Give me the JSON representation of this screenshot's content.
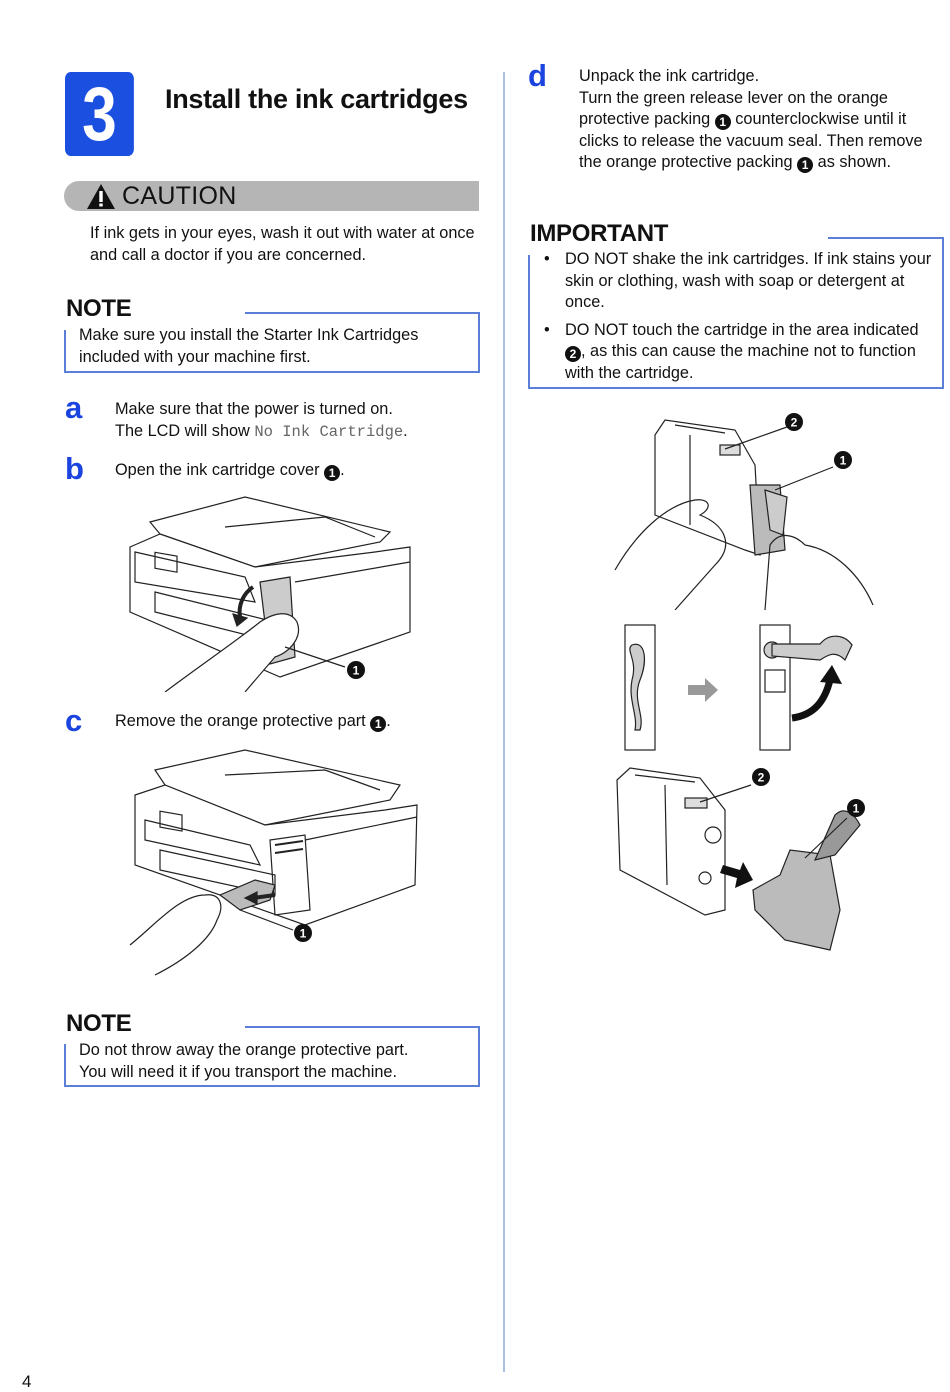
{
  "section": {
    "step_number": "3",
    "title": "Install the ink cartridges"
  },
  "caution": {
    "label": "CAUTION",
    "icon": "warning-triangle-icon",
    "text": "If ink gets in your eyes, wash it out with water at once and call a doctor if you are concerned."
  },
  "note1": {
    "heading": "NOTE",
    "text": "Make sure you install the Starter Ink Cartridges included with your machine first."
  },
  "steps": {
    "a": {
      "letter": "a",
      "line1": "Make sure that the power is turned on.",
      "line2_prefix": "The LCD will show ",
      "lcd_message": "No Ink Cartridge",
      "line2_suffix": "."
    },
    "b": {
      "letter": "b",
      "text_before": "Open the ink cartridge cover ",
      "callout": "1",
      "text_after": "."
    },
    "c": {
      "letter": "c",
      "text_before": "Remove the orange protective part ",
      "callout": "1",
      "text_after": "."
    },
    "d": {
      "letter": "d",
      "line1": "Unpack the ink cartridge.",
      "p1": "Turn the green release lever on the orange protective packing ",
      "callout1": "1",
      "p2": " counterclockwise until it clicks to release the vacuum seal. Then remove the orange protective packing ",
      "callout2": "1",
      "p3": " as shown."
    }
  },
  "note2": {
    "heading": "NOTE",
    "line1": "Do not throw away the orange protective part.",
    "line2": "You will need it if you transport the machine."
  },
  "important": {
    "heading": "IMPORTANT",
    "items": [
      {
        "text": "DO NOT shake the ink cartridges. If ink stains your skin or clothing, wash with soap or detergent at once."
      },
      {
        "before": "DO NOT touch the cartridge in the area indicated ",
        "callout": "2",
        "after": ", as this can cause the machine not to function with the cartridge."
      }
    ]
  },
  "illustrations": {
    "printer_open_cover": {
      "callouts": [
        "1"
      ]
    },
    "printer_remove_part": {
      "callouts": [
        "1"
      ]
    },
    "cartridge_hold": {
      "callouts": [
        "2",
        "1"
      ]
    },
    "lever_rotation": {
      "callouts": []
    },
    "cartridge_separate": {
      "callouts": [
        "2",
        "1"
      ]
    }
  },
  "page_number": "4",
  "colors": {
    "step_blue": "#1a4fe0",
    "letter_blue": "#1a43e0",
    "frame_blue": "#5b7fd6",
    "caution_gray": "#b5b5b5"
  }
}
